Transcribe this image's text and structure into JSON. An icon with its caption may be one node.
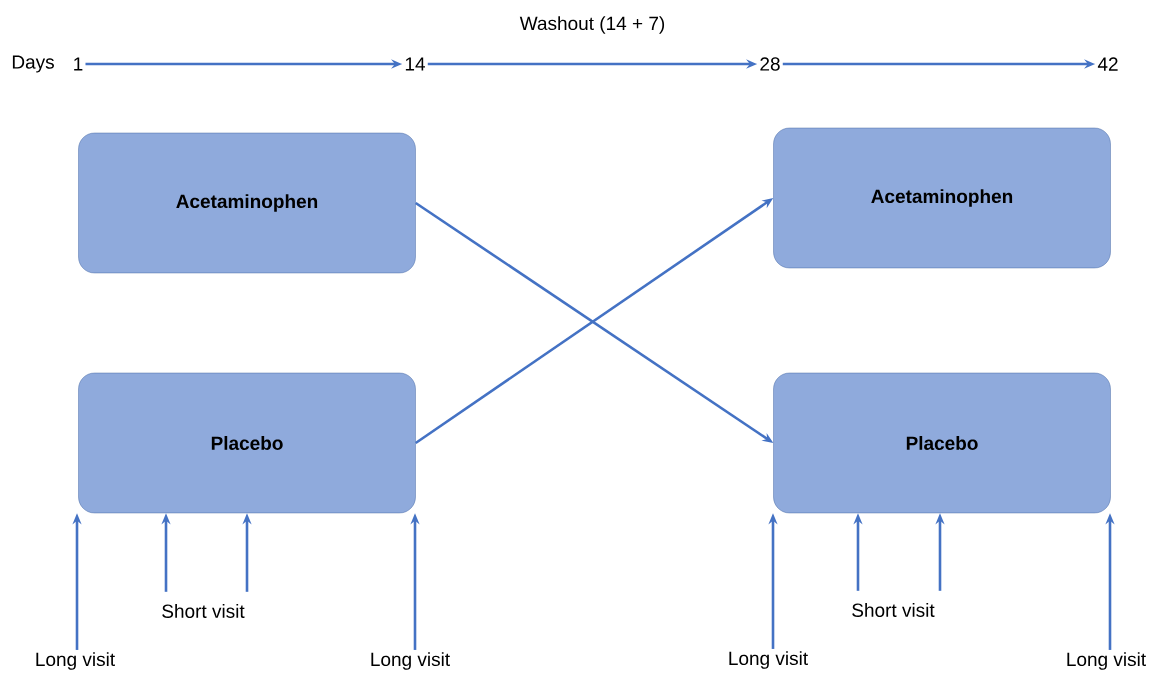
{
  "diagram": {
    "nodes": [
      {
        "text": [
          "1"
        ]
      },
      {
        "text": [
          "14"
        ]
      },
      {
        "text": [
          "28"
        ]
      },
      {
        "text": [
          "42"
        ]
      },
      {
        "text": [
          "Acetaminophen"
        ]
      },
      {
        "text": [
          "Acetaminophen"
        ]
      },
      {
        "text": [
          "Placebo"
        ]
      },
      {
        "text": [
          "Placebo"
        ]
      },
      {
        "text": [
          "Short visit"
        ]
      },
      {
        "text": [
          "Short visit"
        ]
      },
      {
        "text": [
          "Long visit"
        ]
      },
      {
        "text": [
          "Long visit"
        ]
      },
      {
        "text": [
          "Long visit"
        ]
      },
      {
        "text": [
          "Long visit"
        ]
      }
    ],
    "edges": [
      {
        "from": 0,
        "to": 1,
        "arrow": "to"
      },
      {
        "from": 1,
        "to": 2,
        "arrow": "to",
        "label": "Washout (14 + 7)"
      },
      {
        "from": 2,
        "to": 3,
        "arrow": "to"
      },
      {
        "from": 4,
        "to": 7,
        "arrow": "to"
      },
      {
        "from": 6,
        "to": 5,
        "arrow": "to"
      },
      {
        "from": 10,
        "to": 6,
        "arrow": "to"
      },
      {
        "from": 8,
        "to": 6,
        "arrow": "to"
      },
      {
        "from": 8,
        "to": 6,
        "arrow": "to"
      },
      {
        "from": 11,
        "to": 6,
        "arrow": "to"
      },
      {
        "from": 12,
        "to": 7,
        "arrow": "to"
      },
      {
        "from": 9,
        "to": 7,
        "arrow": "to"
      },
      {
        "from": 9,
        "to": 7,
        "arrow": "to"
      },
      {
        "from": 13,
        "to": 7,
        "arrow": "to"
      }
    ],
    "labels": [
      "Days"
    ]
  }
}
